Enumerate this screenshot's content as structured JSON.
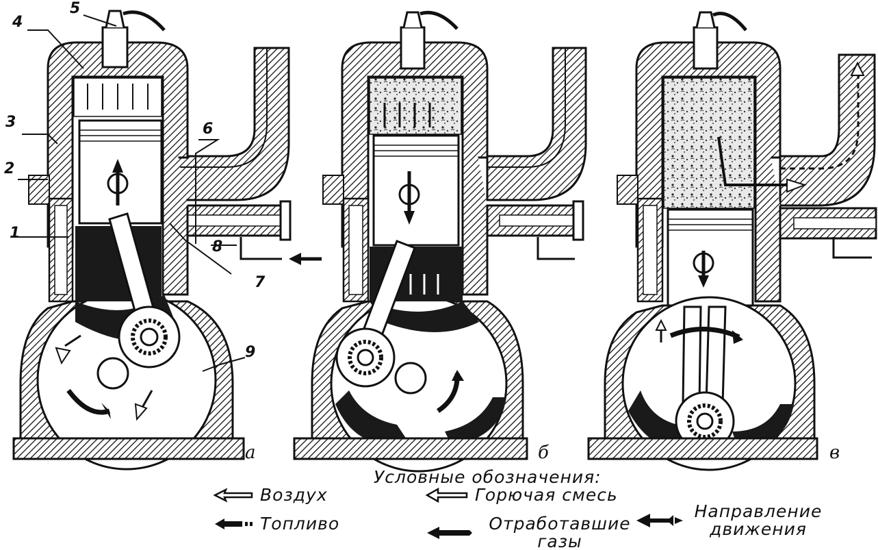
{
  "diagram": {
    "callouts": [
      "1",
      "2",
      "3",
      "4",
      "5",
      "6",
      "7",
      "8",
      "9"
    ],
    "panels": [
      "а",
      "б",
      "в"
    ]
  },
  "legend": {
    "title": "Условные обозначения:",
    "items": [
      {
        "icon": "air-arrow-icon",
        "label": "Воздух"
      },
      {
        "icon": "mixture-arrow-icon",
        "label": "Горючая смесь"
      },
      {
        "icon": "fuel-arrow-icon",
        "label": "Топливо"
      },
      {
        "icon": "exhaust-arrow-icon",
        "label": "Отработавшие газы"
      },
      {
        "icon": "motion-direction-arrow-icon",
        "label": "Направление движения"
      }
    ]
  }
}
